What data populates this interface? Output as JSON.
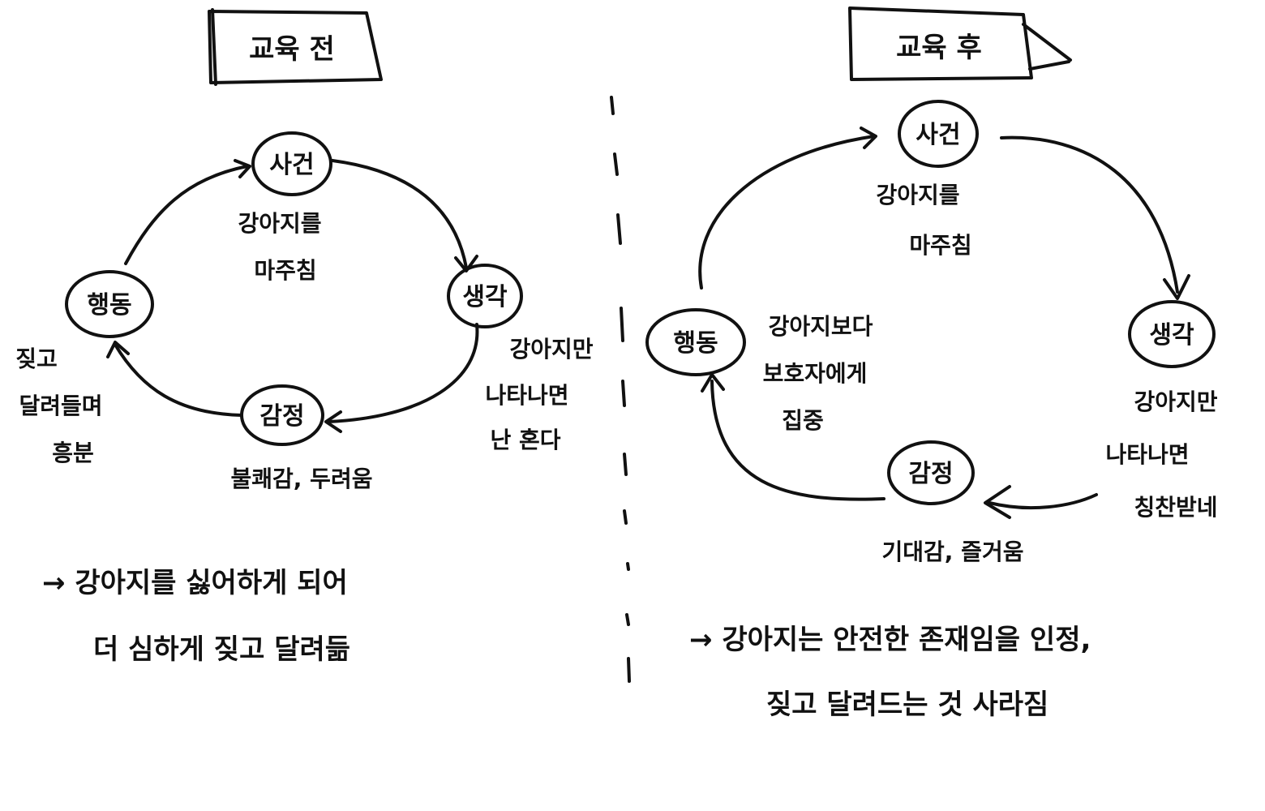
{
  "before": {
    "title": "교육 전",
    "nodes": {
      "event": "사건",
      "thought": "생각",
      "emotion": "감정",
      "behavior": "행동"
    },
    "notes": {
      "event": [
        "강아지를",
        "마주침"
      ],
      "thought": [
        "강아지만",
        "나타나면",
        "난 혼다"
      ],
      "emotion": [
        "불쾌감, 두려움"
      ],
      "behavior": [
        "짖고",
        "달려들며",
        "흥분"
      ]
    },
    "summary": [
      "→ 강아지를 싫어하게 되어",
      "더 심하게 짖고 달려듦"
    ]
  },
  "after": {
    "title": "교육 후",
    "nodes": {
      "event": "사건",
      "thought": "생각",
      "emotion": "감정",
      "behavior": "행동"
    },
    "notes": {
      "event": [
        "강아지를",
        "마주침"
      ],
      "thought": [
        "강아지만",
        "나타나면",
        "칭찬받네"
      ],
      "emotion": [
        "기대감, 즐거움"
      ],
      "behavior": [
        "강아지보다",
        "보호자에게",
        "집중"
      ]
    },
    "summary": [
      "→ 강아지는 안전한 존재임을 인정,",
      "짖고 달려드는 것 사라짐"
    ]
  }
}
